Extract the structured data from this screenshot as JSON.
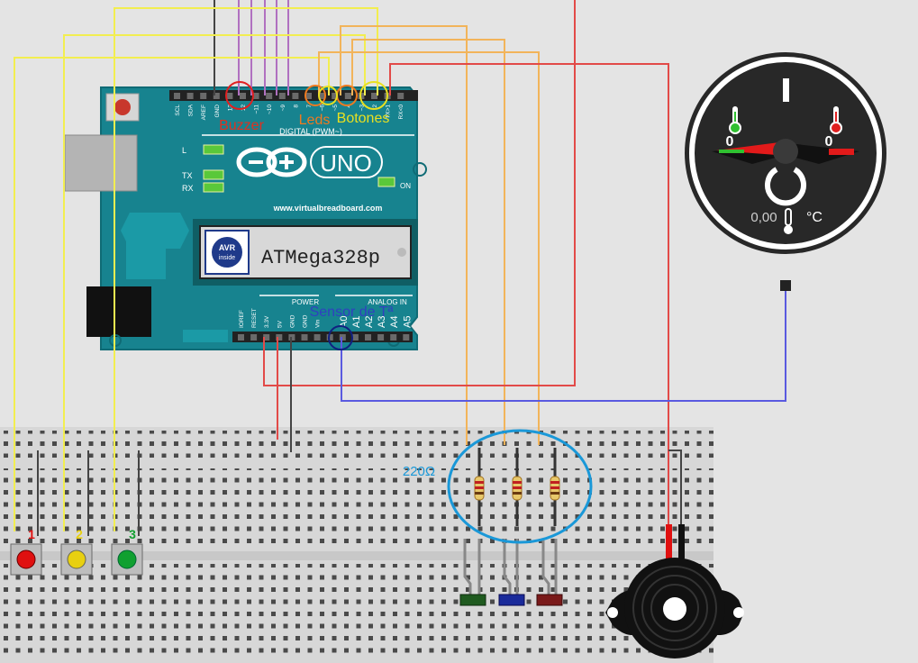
{
  "board": {
    "logo_text": "UNO",
    "url": "www.virtualbreadboard.com",
    "chip": "ATMega328p",
    "avr_line1": "AVR",
    "avr_line2": "inside",
    "digital_label": "DIGITAL (PWM~)",
    "power_label": "POWER",
    "analog_label": "ANALOG IN",
    "led_l": "L",
    "led_tx": "TX",
    "led_rx": "RX",
    "led_on": "ON",
    "top_pins": [
      "SCL",
      "SDA",
      "AREF",
      "GND",
      "13",
      "12",
      "~11",
      "~10",
      "~9",
      "8",
      "7",
      "~6",
      "~5",
      "4",
      "~3",
      "2",
      "TX>1",
      "RX<0"
    ],
    "power_pins": [
      "IOREF",
      "RESET",
      "3.3V",
      "5V",
      "GND",
      "GND",
      "Vin"
    ],
    "analog_pins": [
      "A0",
      "A1",
      "A2",
      "A3",
      "A4",
      "A5"
    ]
  },
  "annotations": {
    "buzzer": "Buzzer",
    "leds": "Leds",
    "botones": "Botones",
    "sensor": "Sensor de Tª",
    "resistor": "220Ω"
  },
  "buttons": [
    {
      "label": "1",
      "color": "#e01010"
    },
    {
      "label": "2",
      "color": "#e8d010"
    },
    {
      "label": "3",
      "color": "#10a030"
    }
  ],
  "gauge": {
    "left_value": "0",
    "right_value": "0",
    "reading": "0,00",
    "unit": "°C"
  },
  "colors": {
    "board": "#17838f",
    "wire_yellow": "#f2ee50",
    "wire_orange": "#f2b45a",
    "wire_red": "#e24a48",
    "wire_purple": "#b070c0",
    "wire_blue": "#5a5ae0",
    "wire_black": "#444444",
    "callout_blue": "#1a98d8"
  }
}
